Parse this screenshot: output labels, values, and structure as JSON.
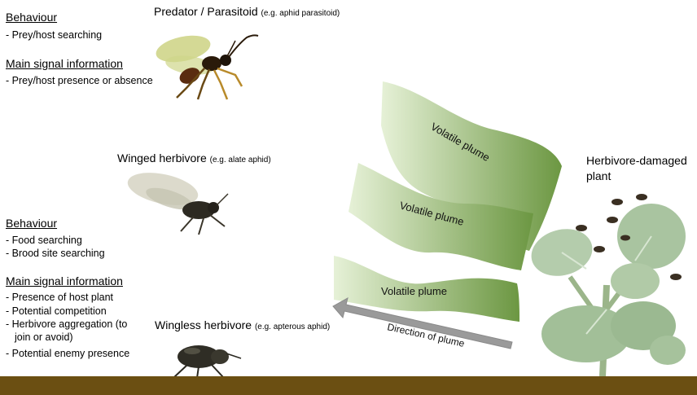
{
  "predator": {
    "title": "Predator / Parasitoid",
    "example": "(e.g. aphid parasitoid)",
    "behaviour_heading": "Behaviour",
    "behaviour_items": [
      "- Prey/host searching"
    ],
    "signal_heading": "Main signal information",
    "signal_items": [
      "- Prey/host presence or absence"
    ]
  },
  "winged": {
    "title": "Winged herbivore",
    "example": "(e.g. alate aphid)",
    "behaviour_heading": "Behaviour",
    "behaviour_items": [
      "- Food searching",
      "- Brood site searching"
    ],
    "signal_heading": "Main signal information",
    "signal_items": [
      "- Presence of host plant",
      "- Potential competition",
      "- Herbivore aggregation (to",
      "join or avoid)",
      "- Potential enemy presence"
    ]
  },
  "wingless": {
    "title": "Wingless herbivore",
    "example": "(e.g. apterous aphid)"
  },
  "plant": {
    "label_line1": "Herbivore-damaged",
    "label_line2": "plant"
  },
  "plumes": {
    "labels": [
      "Volatile plume",
      "Volatile plume",
      "Volatile plume"
    ]
  },
  "arrow": {
    "label": "Direction of plume"
  },
  "colors": {
    "plume_light": "#e4f0d4",
    "plume_dark": "#6f9b45",
    "ground": "#6b4f12",
    "arrow": "#9a9a9a"
  }
}
